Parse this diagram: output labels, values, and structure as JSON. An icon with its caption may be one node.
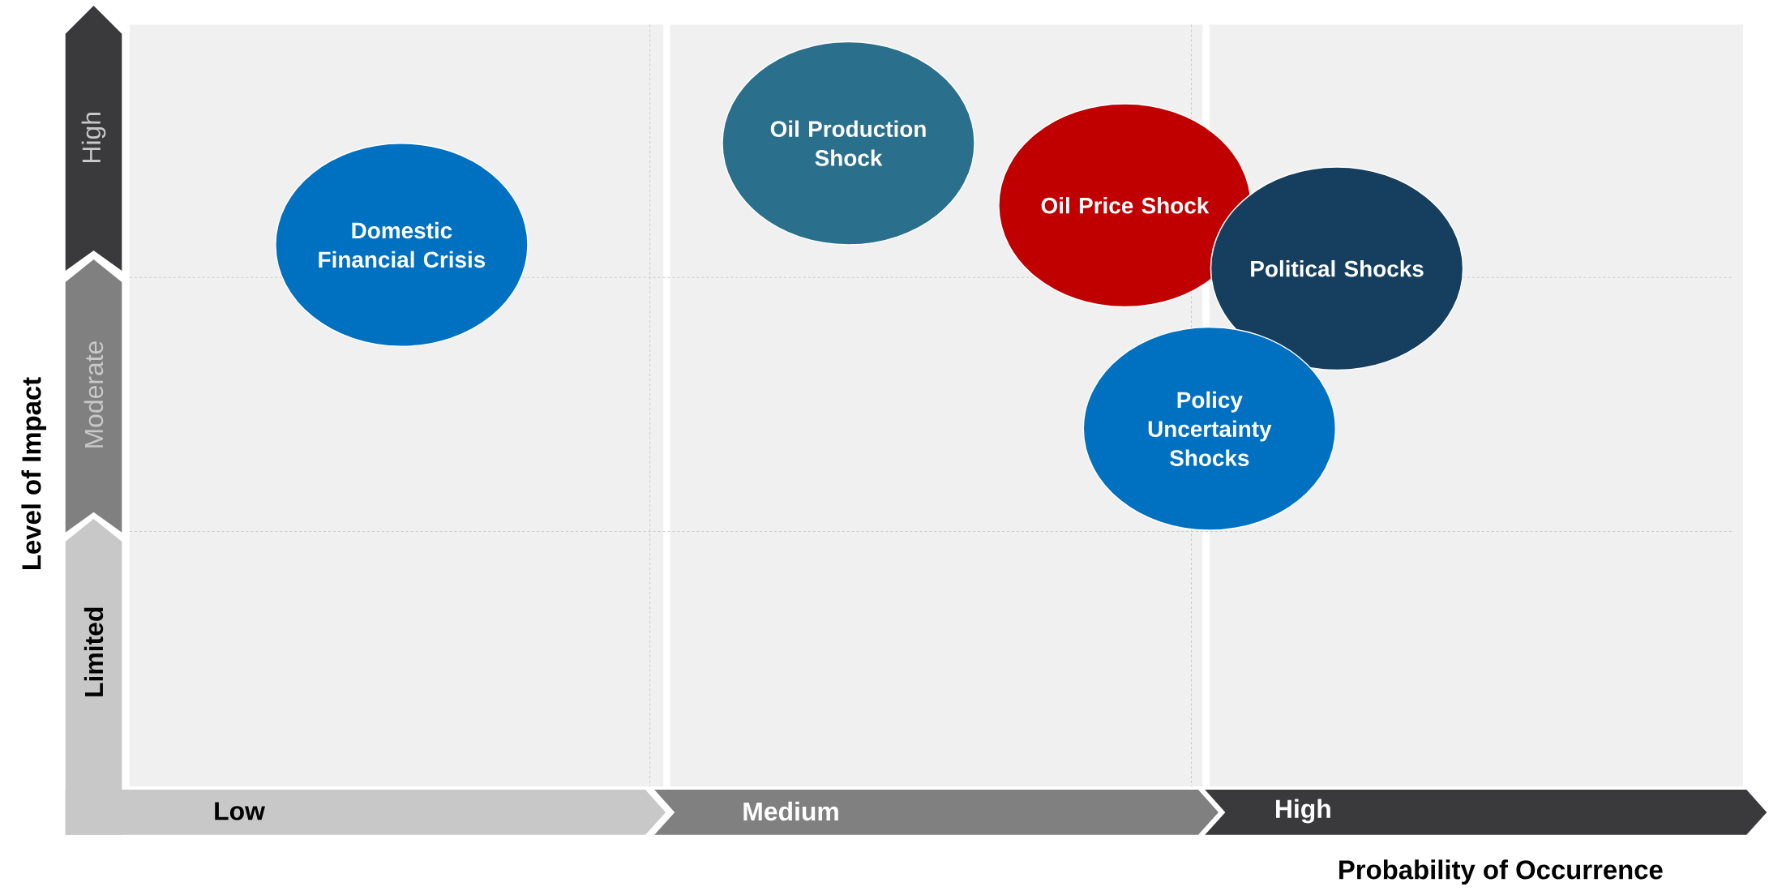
{
  "diagram": {
    "nodes": [
      {
        "text": [
          "Domestic Financial Crisis"
        ]
      },
      {
        "text": [
          "Oil Production Shock"
        ]
      },
      {
        "text": [
          "Oil Price Shock"
        ]
      },
      {
        "text": [
          "Political Shocks"
        ]
      },
      {
        "text": [
          "Policy Uncertainty Shocks"
        ]
      }
    ],
    "labels": [
      "High",
      "Moderate",
      "Limited",
      "Low",
      "Medium",
      "High",
      "Level of Impact",
      "Probability of Occurrence"
    ]
  }
}
